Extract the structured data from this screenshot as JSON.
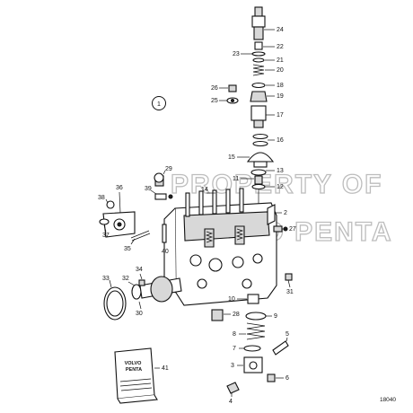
{
  "watermark": {
    "line1": "PROPERTY OF",
    "line2": "VOLVO PENTA"
  },
  "circle_label": "1",
  "drawing_ref": "18040",
  "manual_cover": {
    "line1": "VOLVO",
    "line2": "PENTA"
  },
  "callouts": [
    "2",
    "3",
    "4",
    "5",
    "6",
    "7",
    "8",
    "9",
    "10",
    "11",
    "12",
    "13",
    "14",
    "15",
    "16",
    "17",
    "18",
    "19",
    "20",
    "21",
    "22",
    "23",
    "24",
    "25",
    "26",
    "27",
    "28",
    "29",
    "30",
    "31",
    "32",
    "33",
    "34",
    "35",
    "36",
    "37",
    "38",
    "39",
    "40",
    "41"
  ]
}
